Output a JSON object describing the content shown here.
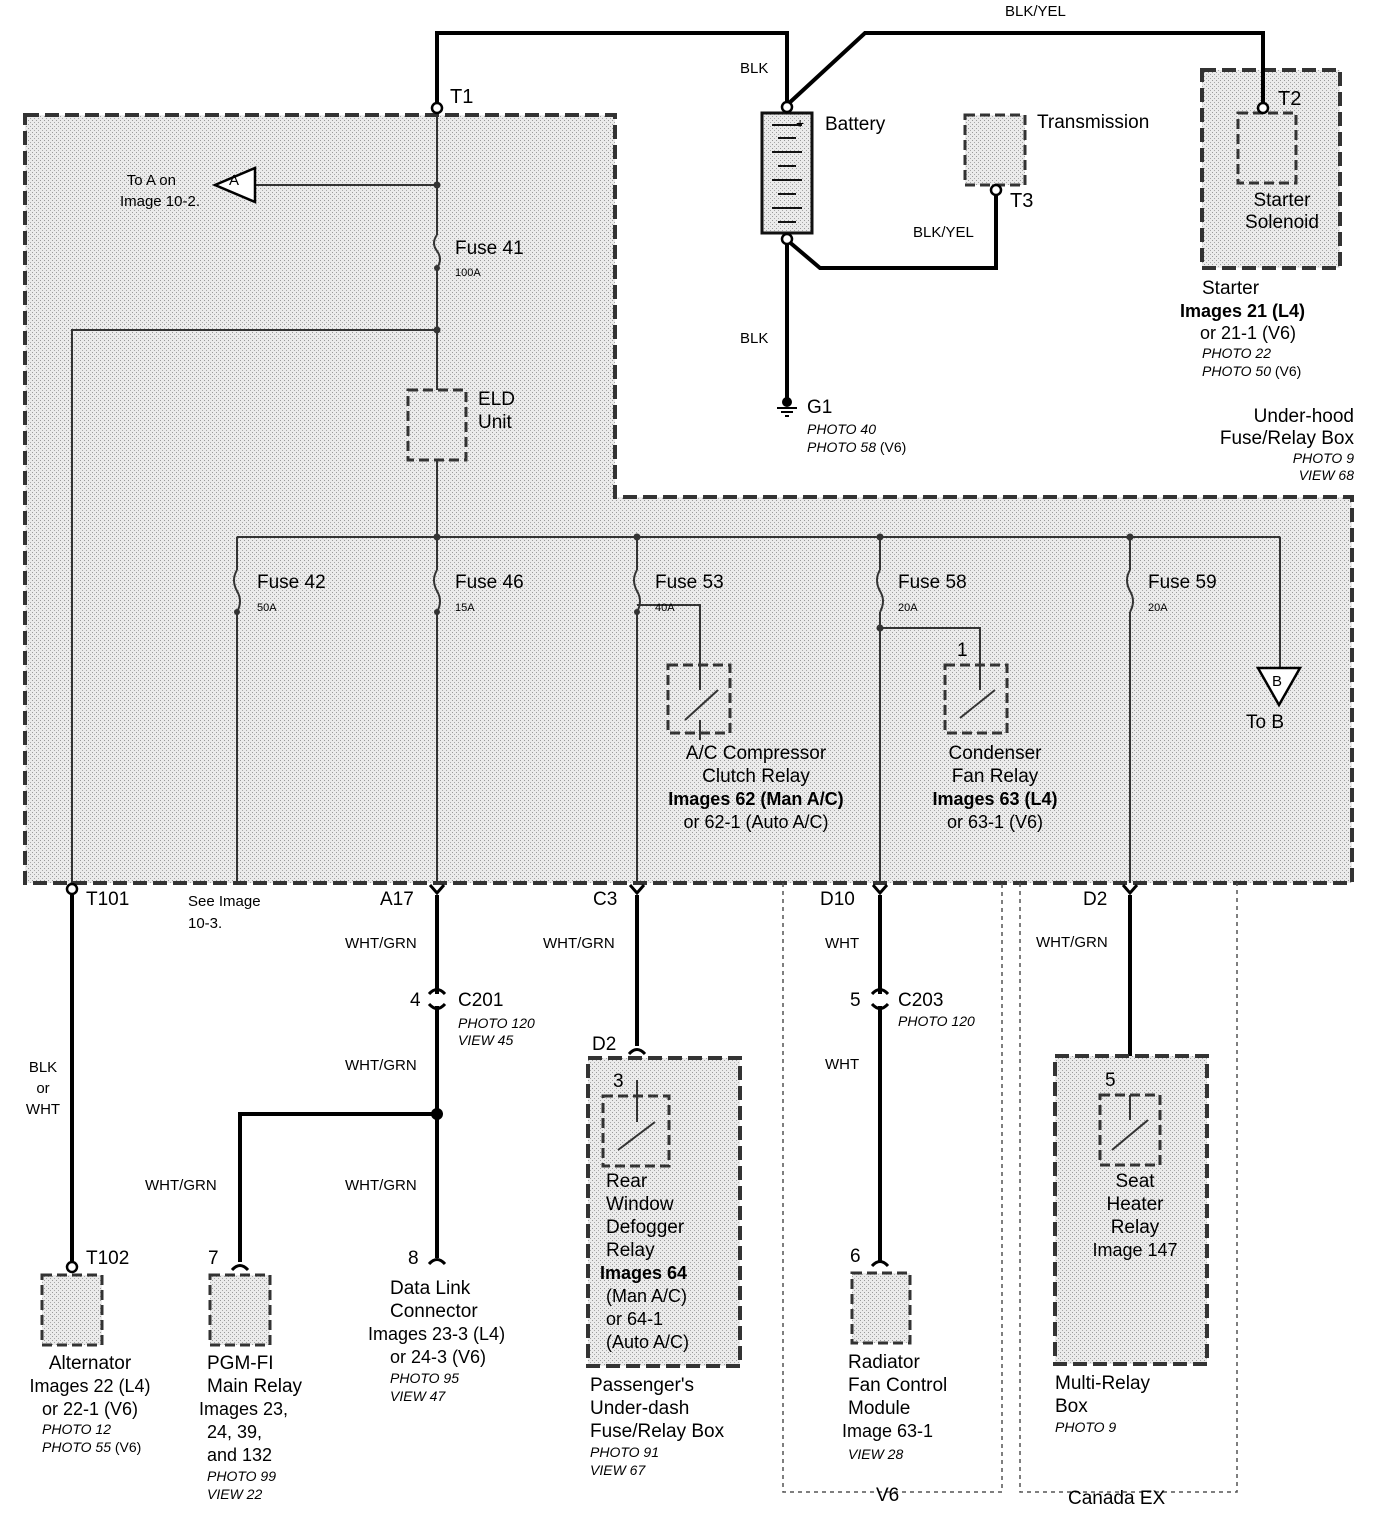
{
  "terminals": {
    "t1": "T1",
    "t2": "T2",
    "t3": "T3",
    "t101": "T101",
    "t102": "T102",
    "a17": "A17",
    "c3": "C3",
    "d10": "D10",
    "d2_top": "D2",
    "d2_pass": "D2"
  },
  "wires": {
    "blk_yel_top": "BLK/YEL",
    "blk_battery": "BLK",
    "blk_ground": "BLK",
    "blk_yel_trans": "BLK/YEL",
    "wht_grn_a17": "WHT/GRN",
    "wht_grn_c201": "WHT/GRN",
    "wht_grn_pgm": "WHT/GRN",
    "wht_grn_dlc": "WHT/GRN",
    "wht_grn_c3": "WHT/GRN",
    "wht_d10": "WHT",
    "wht_c203": "WHT",
    "wht_grn_d2": "WHT/GRN",
    "blk_or_wht": [
      "BLK",
      "or",
      "WHT"
    ]
  },
  "components": {
    "battery": "Battery",
    "transmission": "Transmission",
    "starter_solenoid": [
      "Starter",
      "Solenoid"
    ],
    "starter": {
      "title": "Starter",
      "lines": [
        "Images 21 (L4)",
        "or 21-1 (V6)"
      ],
      "photos": [
        "PHOTO 22",
        "PHOTO 50"
      ],
      "photo_suffix": "(V6)"
    },
    "g1": {
      "label": "G1",
      "photos": [
        "PHOTO 40",
        "PHOTO 58"
      ],
      "photo_suffix": "(V6)"
    },
    "underhood": {
      "lines": [
        "Under-hood",
        "Fuse/Relay Box"
      ],
      "photo": "PHOTO 9",
      "view": "VIEW 68"
    },
    "to_a": {
      "letter": "A",
      "lines": [
        "To A on",
        "Image 10-2."
      ]
    },
    "to_b": {
      "letter": "B",
      "text": "To B"
    },
    "eld": [
      "ELD",
      "Unit"
    ],
    "fuse41": {
      "name": "Fuse 41",
      "rating": "100A"
    },
    "fuse42": {
      "name": "Fuse 42",
      "rating": "50A"
    },
    "fuse46": {
      "name": "Fuse 46",
      "rating": "15A"
    },
    "fuse53": {
      "name": "Fuse 53",
      "rating": "40A"
    },
    "fuse58": {
      "name": "Fuse 58",
      "rating": "20A"
    },
    "fuse59": {
      "name": "Fuse 59",
      "rating": "20A"
    },
    "ac_relay": [
      "A/C Compressor",
      "Clutch Relay",
      "Images 62 (Man A/C)",
      "or 62-1 (Auto A/C)"
    ],
    "cond_relay": {
      "pin": "1",
      "lines": [
        "Condenser",
        "Fan Relay",
        "Images 63 (L4)",
        "or 63-1 (V6)"
      ]
    },
    "see_image": [
      "See Image",
      "10-3."
    ],
    "c201": {
      "pin": "4",
      "name": "C201",
      "photo": "PHOTO 120",
      "view": "VIEW 45"
    },
    "c203": {
      "pin": "5",
      "name": "C203",
      "photo": "PHOTO 120"
    },
    "alternator": {
      "title": "Alternator",
      "lines": [
        "Images 22 (L4)",
        "or 22-1 (V6)"
      ],
      "photos": [
        "PHOTO 12",
        "PHOTO 55"
      ],
      "photo_suffix": "(V6)"
    },
    "pgmfi": {
      "pin": "7",
      "lines": [
        "PGM-FI",
        "Main Relay",
        "Images 23,",
        "24, 39,",
        "and 132"
      ],
      "photo": "PHOTO 99",
      "view": "VIEW 22"
    },
    "dlc": {
      "pin": "8",
      "lines": [
        "Data Link",
        "Connector",
        "Images 23-3 (L4)",
        "or 24-3 (V6)"
      ],
      "photo": "PHOTO 95",
      "view": "VIEW 47"
    },
    "defogger_relay": {
      "pin": "3",
      "lines": [
        "Rear",
        "Window",
        "Defogger",
        "Relay",
        "Images 64",
        "(Man A/C)",
        "or 64-1",
        "(Auto A/C)"
      ]
    },
    "passenger_box": {
      "lines": [
        "Passenger's",
        "Under-dash",
        "Fuse/Relay Box"
      ],
      "photo": "PHOTO 91",
      "view": "VIEW 67"
    },
    "radiator": {
      "pin": "6",
      "lines": [
        "Radiator",
        "Fan Control",
        "Module",
        "Image 63-1"
      ],
      "view": "VIEW 28"
    },
    "seat_relay": {
      "pin": "5",
      "lines": [
        "Seat",
        "Heater",
        "Relay",
        "Image 147"
      ]
    },
    "multi_relay": {
      "lines": [
        "Multi-Relay",
        "Box"
      ],
      "photo": "PHOTO 9"
    },
    "v6_region": "V6",
    "canada_region": "Canada EX"
  }
}
